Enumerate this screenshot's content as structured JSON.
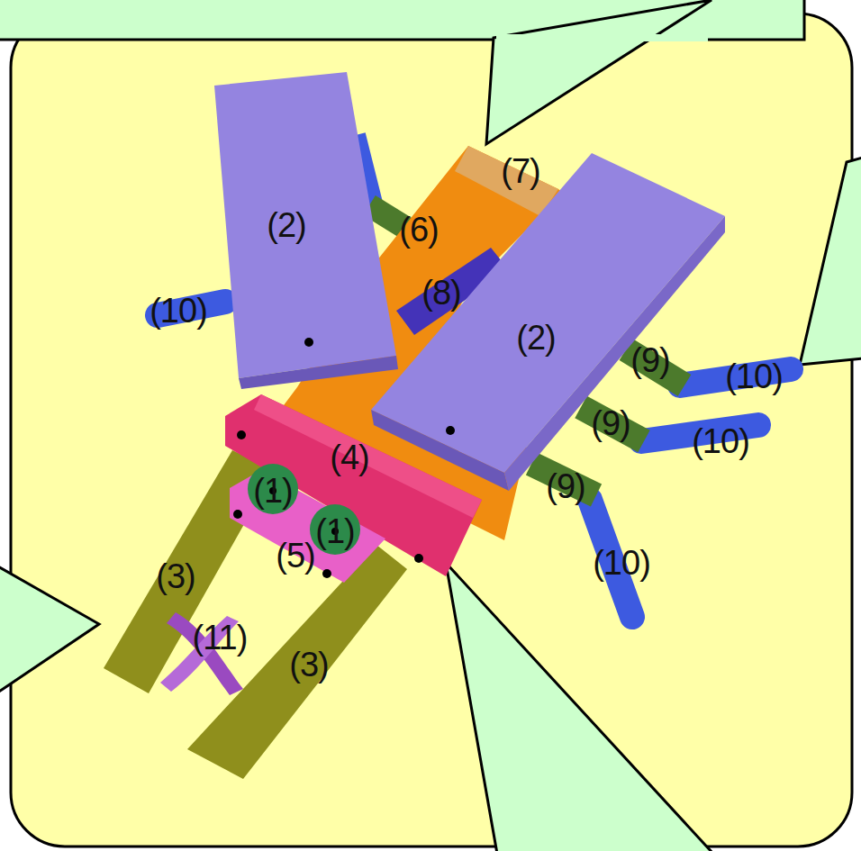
{
  "diagram": {
    "labels": [
      "(2)",
      "(10)",
      "(6)",
      "(7)",
      "(8)",
      "(2)",
      "(9)",
      "(10)",
      "(9)",
      "(10)",
      "(4)",
      "(1)",
      "(1)",
      "(5)",
      "(9)",
      "(3)",
      "(10)",
      "(11)",
      "(3)"
    ]
  }
}
